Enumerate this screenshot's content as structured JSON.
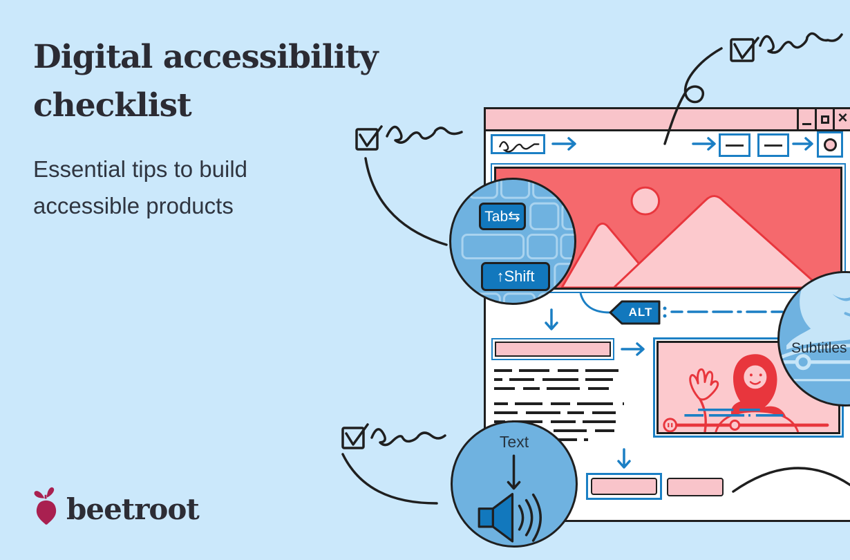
{
  "page": {
    "background": "#cbe8fb"
  },
  "hero_text": {
    "title_line1": "Digital accessibility",
    "title_line2": "checklist",
    "subtitle_line1": "Essential tips to build",
    "subtitle_line2": "accessible products"
  },
  "logo": {
    "brand": "beetroot"
  },
  "browser_window": {
    "close_glyph": "×",
    "alt_tag": "ALT"
  },
  "callouts": {
    "tab_key": "Tab⇆",
    "shift_key": "↑Shift",
    "subtitles_label": "Subtitles",
    "tts_label": "Text"
  },
  "icons": {
    "minimize": "minimize-icon",
    "maximize": "maximize-icon",
    "close": "close-icon",
    "checkbox_checked": "checkbox-checked-icon",
    "speaker": "speaker-icon",
    "pause": "pause-icon"
  },
  "colors": {
    "background": "#cbe8fb",
    "ink": "#1f1f1f",
    "accent_blue": "#1b7fc4",
    "deep_blue": "#1278bd",
    "circle_blue": "#6fb2e0",
    "light_blue": "#c6e5f8",
    "pink": "#f9c4ca",
    "salmon_red": "#f5696d",
    "outline_red": "#e8363d",
    "beet_crimson": "#a92050",
    "text_dark": "#2b2b33"
  }
}
